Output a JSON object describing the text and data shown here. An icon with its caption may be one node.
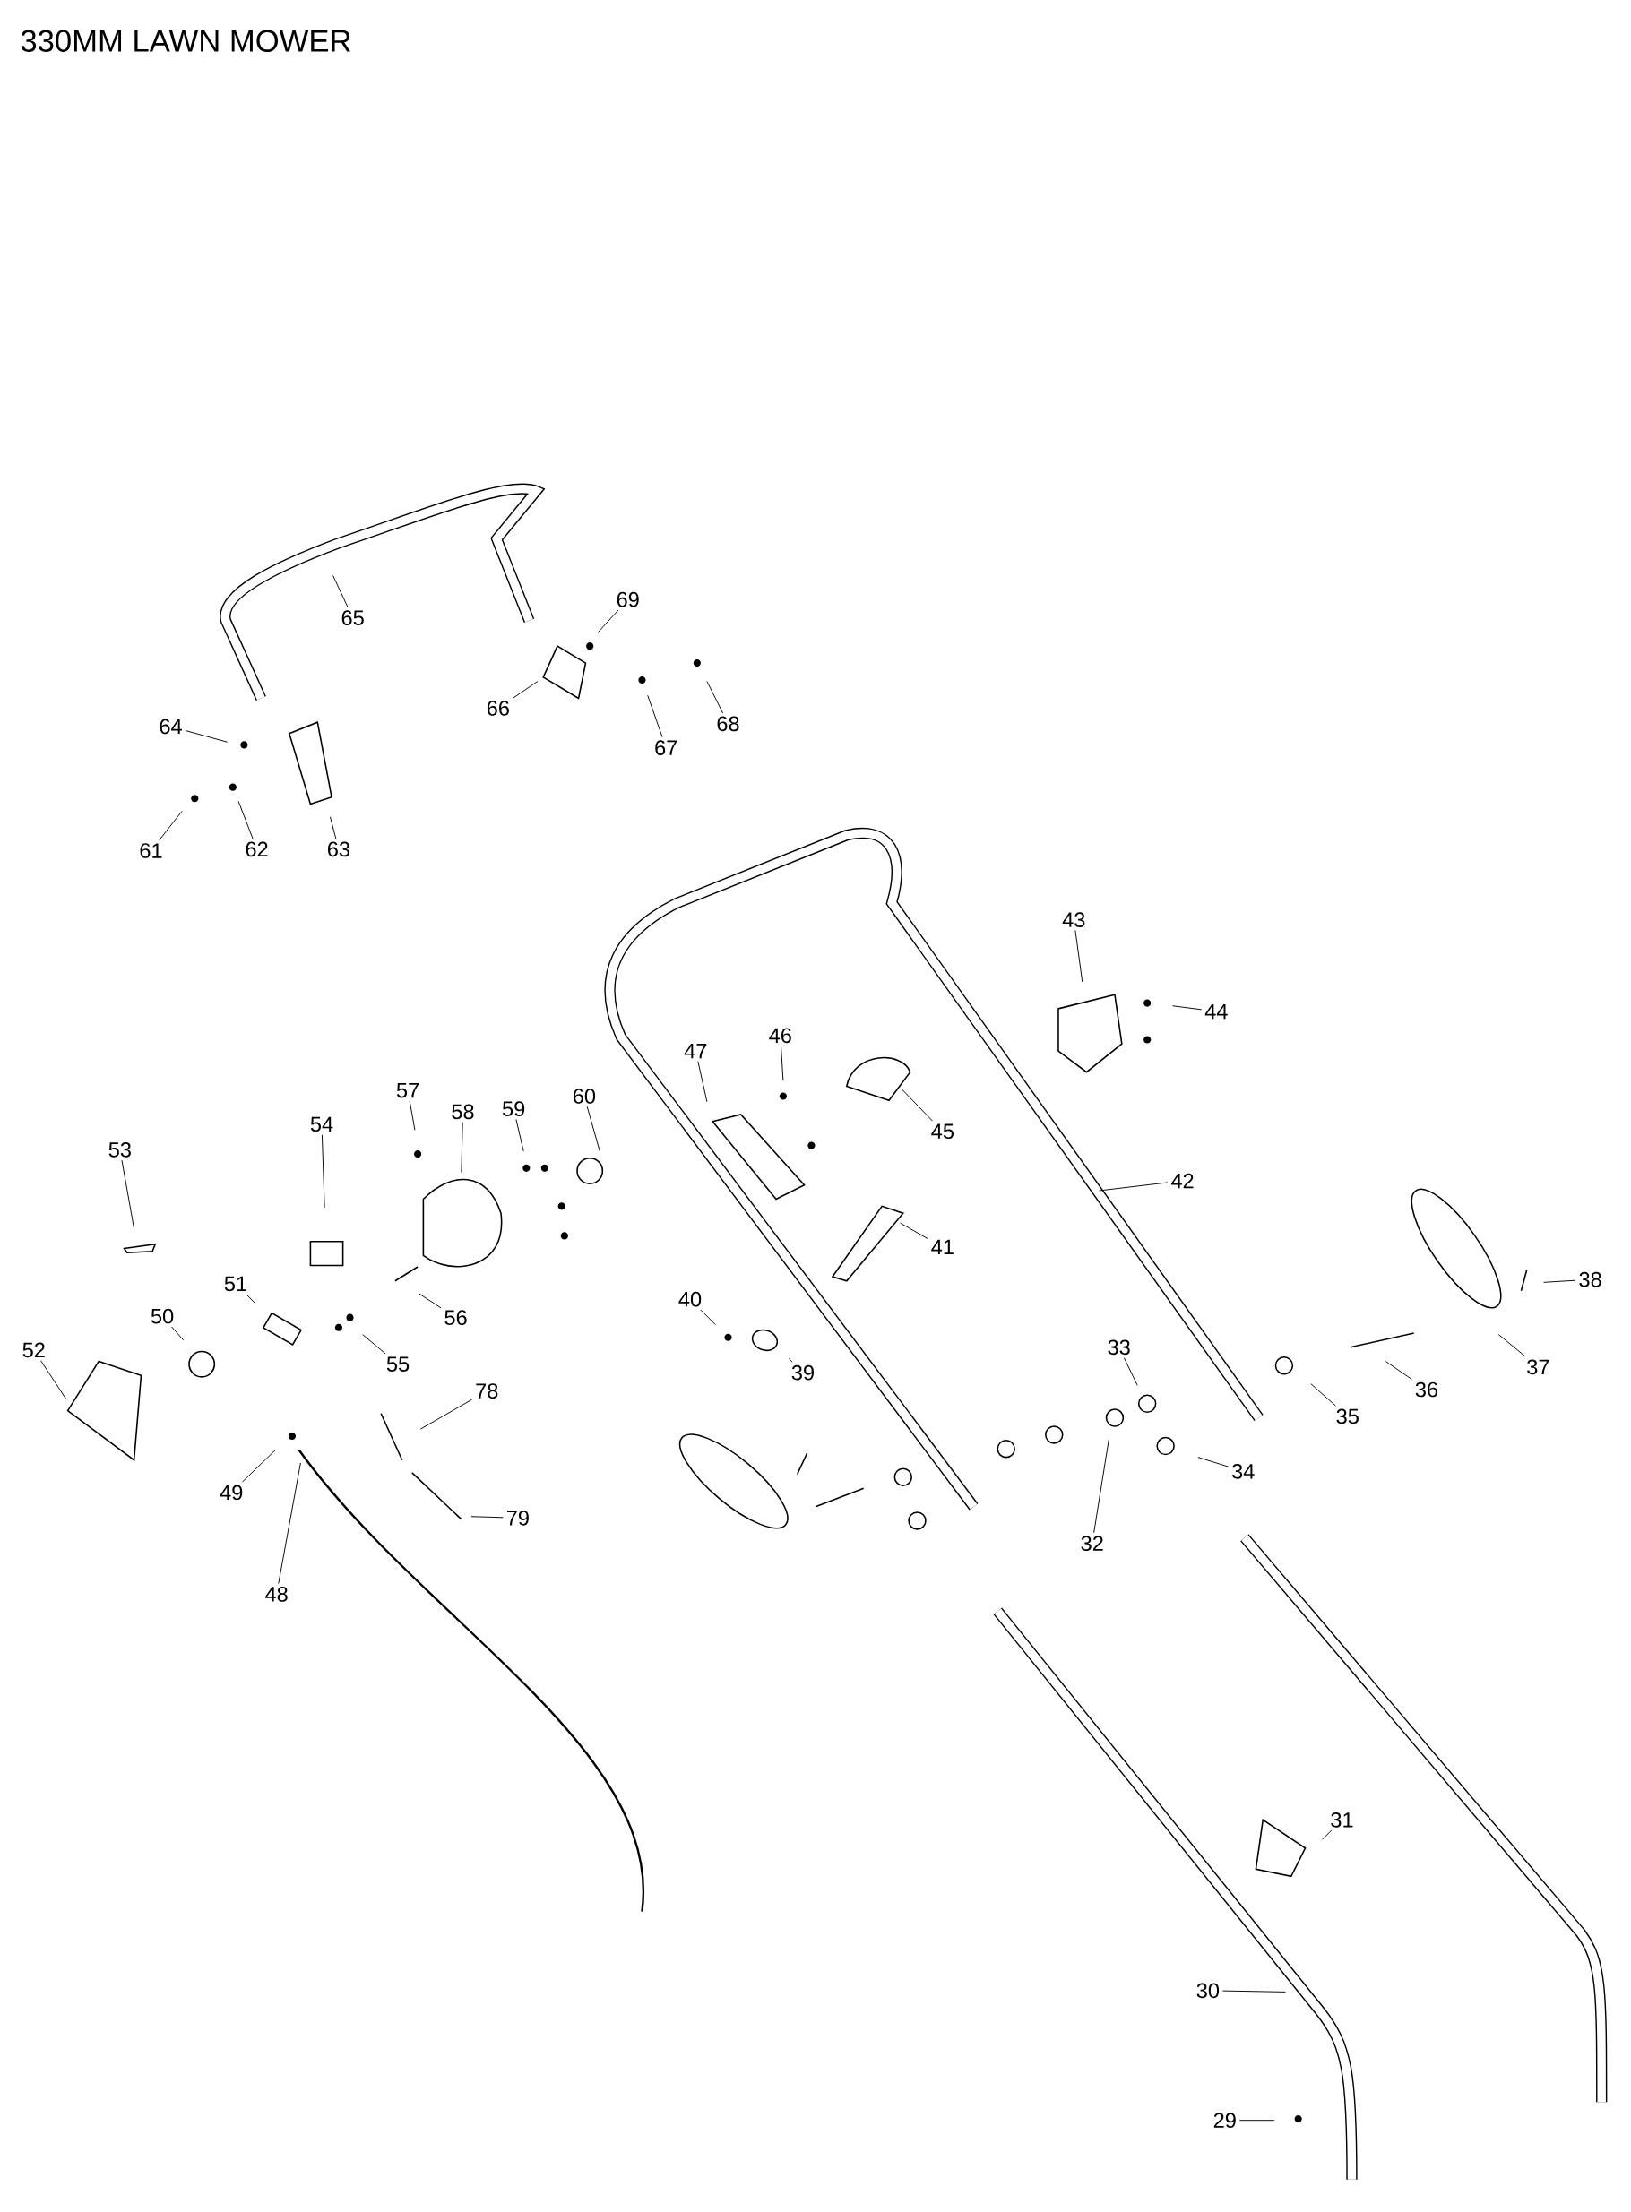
{
  "diagram": {
    "title": "330MM LAWN MOWER",
    "nodes": [
      {
        "text": [
          "65"
        ]
      },
      {
        "text": [
          "69"
        ]
      },
      {
        "text": [
          "66"
        ]
      },
      {
        "text": [
          "67"
        ]
      },
      {
        "text": [
          "68"
        ]
      },
      {
        "text": [
          "64"
        ]
      },
      {
        "text": [
          "61"
        ]
      },
      {
        "text": [
          "62"
        ]
      },
      {
        "text": [
          "63"
        ]
      },
      {
        "text": [
          "43"
        ]
      },
      {
        "text": [
          "44"
        ]
      },
      {
        "text": [
          "46"
        ]
      },
      {
        "text": [
          "47"
        ]
      },
      {
        "text": [
          "45"
        ]
      },
      {
        "text": [
          "57"
        ]
      },
      {
        "text": [
          "58"
        ]
      },
      {
        "text": [
          "59"
        ]
      },
      {
        "text": [
          "60"
        ]
      },
      {
        "text": [
          "54"
        ]
      },
      {
        "text": [
          "53"
        ]
      },
      {
        "text": [
          "42"
        ]
      },
      {
        "text": [
          "41"
        ]
      },
      {
        "text": [
          "38"
        ]
      },
      {
        "text": [
          "37"
        ]
      },
      {
        "text": [
          "40"
        ]
      },
      {
        "text": [
          "39"
        ]
      },
      {
        "text": [
          "51"
        ]
      },
      {
        "text": [
          "50"
        ]
      },
      {
        "text": [
          "55"
        ]
      },
      {
        "text": [
          "56"
        ]
      },
      {
        "text": [
          "33"
        ]
      },
      {
        "text": [
          "52"
        ]
      },
      {
        "text": [
          "36"
        ]
      },
      {
        "text": [
          "35"
        ]
      },
      {
        "text": [
          "34"
        ]
      },
      {
        "text": [
          "78"
        ]
      },
      {
        "text": [
          "49"
        ]
      },
      {
        "text": [
          "79"
        ]
      },
      {
        "text": [
          "32"
        ]
      },
      {
        "text": [
          "48"
        ]
      },
      {
        "text": [
          "31"
        ]
      },
      {
        "text": [
          "30"
        ]
      },
      {
        "text": [
          "29"
        ]
      }
    ],
    "edges": [
      {
        "from": 0,
        "to": null,
        "arrow": "none"
      },
      {
        "from": 1,
        "to": null,
        "arrow": "none"
      },
      {
        "from": 2,
        "to": null,
        "arrow": "none"
      },
      {
        "from": 3,
        "to": null,
        "arrow": "none"
      },
      {
        "from": 4,
        "to": null,
        "arrow": "none"
      },
      {
        "from": 5,
        "to": null,
        "arrow": "none"
      },
      {
        "from": 6,
        "to": null,
        "arrow": "none"
      },
      {
        "from": 7,
        "to": null,
        "arrow": "none"
      },
      {
        "from": 8,
        "to": null,
        "arrow": "none"
      },
      {
        "from": 9,
        "to": null,
        "arrow": "none"
      },
      {
        "from": 10,
        "to": null,
        "arrow": "none"
      },
      {
        "from": 11,
        "to": null,
        "arrow": "none"
      },
      {
        "from": 12,
        "to": null,
        "arrow": "none"
      },
      {
        "from": 13,
        "to": null,
        "arrow": "none"
      },
      {
        "from": 14,
        "to": null,
        "arrow": "none"
      },
      {
        "from": 15,
        "to": null,
        "arrow": "none"
      },
      {
        "from": 16,
        "to": null,
        "arrow": "none"
      },
      {
        "from": 17,
        "to": null,
        "arrow": "none"
      },
      {
        "from": 18,
        "to": null,
        "arrow": "none"
      },
      {
        "from": 19,
        "to": null,
        "arrow": "none"
      },
      {
        "from": 20,
        "to": null,
        "arrow": "none"
      },
      {
        "from": 21,
        "to": null,
        "arrow": "none"
      },
      {
        "from": 22,
        "to": null,
        "arrow": "none"
      },
      {
        "from": 23,
        "to": null,
        "arrow": "none"
      },
      {
        "from": 24,
        "to": null,
        "arrow": "none"
      },
      {
        "from": 25,
        "to": null,
        "arrow": "none"
      },
      {
        "from": 26,
        "to": null,
        "arrow": "none"
      },
      {
        "from": 27,
        "to": null,
        "arrow": "none"
      },
      {
        "from": 28,
        "to": null,
        "arrow": "none"
      },
      {
        "from": 29,
        "to": null,
        "arrow": "none"
      },
      {
        "from": 30,
        "to": null,
        "arrow": "none"
      },
      {
        "from": 31,
        "to": null,
        "arrow": "none"
      },
      {
        "from": 32,
        "to": null,
        "arrow": "none"
      },
      {
        "from": 33,
        "to": null,
        "arrow": "none"
      },
      {
        "from": 34,
        "to": null,
        "arrow": "none"
      },
      {
        "from": 35,
        "to": null,
        "arrow": "none"
      },
      {
        "from": 36,
        "to": null,
        "arrow": "none"
      },
      {
        "from": 37,
        "to": null,
        "arrow": "none"
      },
      {
        "from": 38,
        "to": null,
        "arrow": "none"
      },
      {
        "from": 39,
        "to": null,
        "arrow": "none"
      },
      {
        "from": 40,
        "to": null,
        "arrow": "none"
      },
      {
        "from": 41,
        "to": null,
        "arrow": "none"
      },
      {
        "from": 42,
        "to": null,
        "arrow": "none"
      }
    ]
  }
}
